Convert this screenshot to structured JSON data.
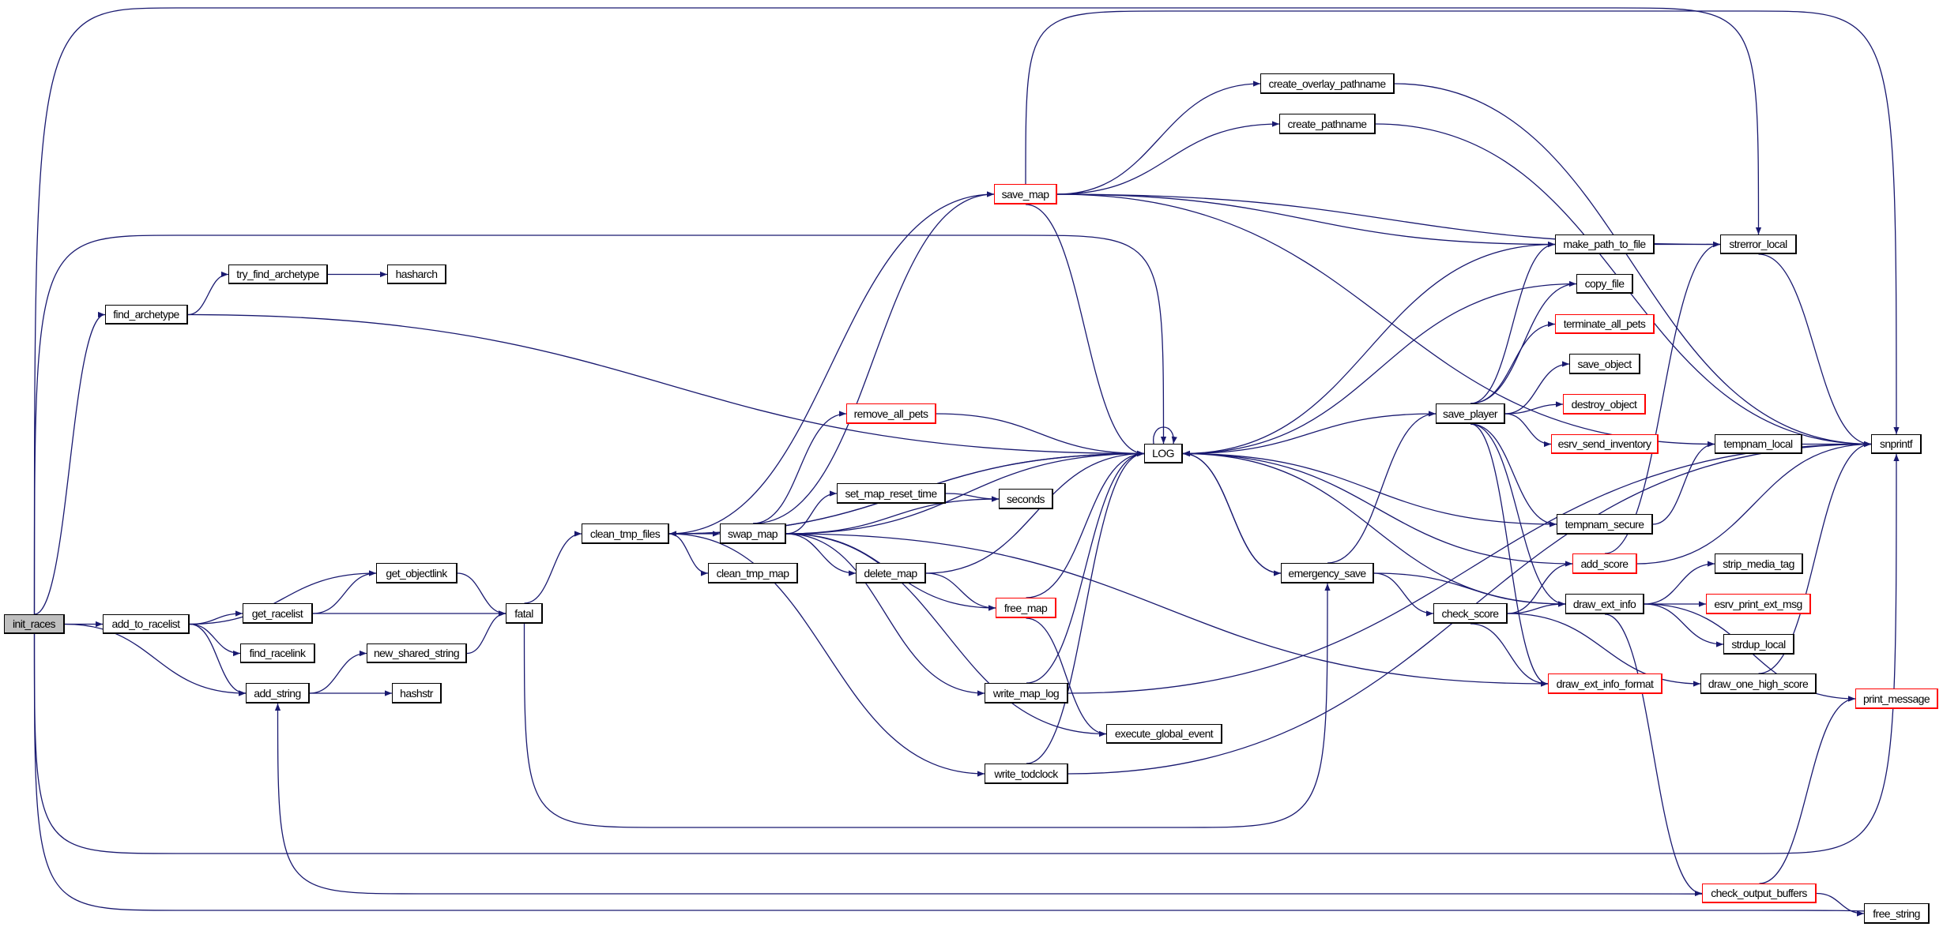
{
  "title": "init_races call graph",
  "colors": {
    "edge": "#191970",
    "node_border": "#000000",
    "highlight_border": "#ff0000",
    "root_fill": "#bfbfbf"
  },
  "nodes": [
    {
      "id": "init_races",
      "label": "init_races",
      "style": "root"
    },
    {
      "id": "add_to_racelist",
      "label": "add_to_racelist"
    },
    {
      "id": "get_racelist",
      "label": "get_racelist"
    },
    {
      "id": "find_racelink",
      "label": "find_racelink"
    },
    {
      "id": "get_objectlink",
      "label": "get_objectlink"
    },
    {
      "id": "new_shared_string",
      "label": "new_shared_string"
    },
    {
      "id": "add_string",
      "label": "add_string"
    },
    {
      "id": "hashstr",
      "label": "hashstr"
    },
    {
      "id": "fatal",
      "label": "fatal"
    },
    {
      "id": "find_archetype",
      "label": "find_archetype"
    },
    {
      "id": "try_find_archetype",
      "label": "try_find_archetype"
    },
    {
      "id": "hasharch",
      "label": "hasharch"
    },
    {
      "id": "clean_tmp_files",
      "label": "clean_tmp_files"
    },
    {
      "id": "swap_map",
      "label": "swap_map"
    },
    {
      "id": "clean_tmp_map",
      "label": "clean_tmp_map"
    },
    {
      "id": "set_map_reset_time",
      "label": "set_map_reset_time"
    },
    {
      "id": "delete_map",
      "label": "delete_map"
    },
    {
      "id": "remove_all_pets",
      "label": "remove_all_pets",
      "style": "red"
    },
    {
      "id": "save_map",
      "label": "save_map",
      "style": "red"
    },
    {
      "id": "create_overlay_pathname",
      "label": "create_overlay_pathname"
    },
    {
      "id": "create_pathname",
      "label": "create_pathname"
    },
    {
      "id": "make_path_to_file",
      "label": "make_path_to_file"
    },
    {
      "id": "strerror_local",
      "label": "strerror_local"
    },
    {
      "id": "copy_file",
      "label": "copy_file"
    },
    {
      "id": "terminate_all_pets",
      "label": "terminate_all_pets",
      "style": "red"
    },
    {
      "id": "save_object",
      "label": "save_object"
    },
    {
      "id": "destroy_object",
      "label": "destroy_object",
      "style": "red"
    },
    {
      "id": "esrv_send_inventory",
      "label": "esrv_send_inventory",
      "style": "red"
    },
    {
      "id": "save_player",
      "label": "save_player"
    },
    {
      "id": "LOG",
      "label": "LOG"
    },
    {
      "id": "tempnam_local",
      "label": "tempnam_local"
    },
    {
      "id": "snprintf",
      "label": "snprintf"
    },
    {
      "id": "seconds",
      "label": "seconds"
    },
    {
      "id": "tempnam_secure",
      "label": "tempnam_secure"
    },
    {
      "id": "add_score",
      "label": "add_score",
      "style": "red"
    },
    {
      "id": "strip_media_tag",
      "label": "strip_media_tag"
    },
    {
      "id": "emergency_save",
      "label": "emergency_save"
    },
    {
      "id": "free_map",
      "label": "free_map",
      "style": "red"
    },
    {
      "id": "draw_ext_info",
      "label": "draw_ext_info"
    },
    {
      "id": "esrv_print_ext_msg",
      "label": "esrv_print_ext_msg",
      "style": "red"
    },
    {
      "id": "check_score",
      "label": "check_score"
    },
    {
      "id": "strdup_local",
      "label": "strdup_local"
    },
    {
      "id": "draw_ext_info_format",
      "label": "draw_ext_info_format",
      "style": "red"
    },
    {
      "id": "draw_one_high_score",
      "label": "draw_one_high_score"
    },
    {
      "id": "print_message",
      "label": "print_message",
      "style": "red"
    },
    {
      "id": "write_map_log",
      "label": "write_map_log"
    },
    {
      "id": "execute_global_event",
      "label": "execute_global_event"
    },
    {
      "id": "write_todclock",
      "label": "write_todclock"
    },
    {
      "id": "check_output_buffers",
      "label": "check_output_buffers",
      "style": "red"
    },
    {
      "id": "free_string",
      "label": "free_string"
    }
  ],
  "edges": [
    [
      "init_races",
      "find_archetype"
    ],
    [
      "init_races",
      "add_to_racelist"
    ],
    [
      "init_races",
      "add_string"
    ],
    [
      "init_races",
      "LOG"
    ],
    [
      "init_races",
      "strerror_local"
    ],
    [
      "init_races",
      "snprintf"
    ],
    [
      "init_races",
      "free_string"
    ],
    [
      "add_to_racelist",
      "get_objectlink"
    ],
    [
      "add_to_racelist",
      "get_racelist"
    ],
    [
      "add_to_racelist",
      "find_racelink"
    ],
    [
      "add_to_racelist",
      "add_string"
    ],
    [
      "get_racelist",
      "get_objectlink"
    ],
    [
      "get_racelist",
      "fatal"
    ],
    [
      "get_objectlink",
      "fatal"
    ],
    [
      "new_shared_string",
      "fatal"
    ],
    [
      "add_string",
      "new_shared_string"
    ],
    [
      "add_string",
      "hashstr"
    ],
    [
      "find_archetype",
      "try_find_archetype"
    ],
    [
      "find_archetype",
      "LOG"
    ],
    [
      "try_find_archetype",
      "hasharch"
    ],
    [
      "fatal",
      "clean_tmp_files"
    ],
    [
      "fatal",
      "emergency_save"
    ],
    [
      "clean_tmp_files",
      "swap_map"
    ],
    [
      "clean_tmp_files",
      "clean_tmp_map"
    ],
    [
      "clean_tmp_files",
      "save_map"
    ],
    [
      "clean_tmp_files",
      "LOG"
    ],
    [
      "clean_tmp_files",
      "write_todclock"
    ],
    [
      "LOG",
      "clean_tmp_files"
    ],
    [
      "LOG",
      "LOG"
    ],
    [
      "LOG",
      "emergency_save"
    ],
    [
      "swap_map",
      "save_map"
    ],
    [
      "swap_map",
      "remove_all_pets"
    ],
    [
      "swap_map",
      "LOG"
    ],
    [
      "swap_map",
      "set_map_reset_time"
    ],
    [
      "swap_map",
      "seconds"
    ],
    [
      "swap_map",
      "delete_map"
    ],
    [
      "swap_map",
      "free_map"
    ],
    [
      "swap_map",
      "draw_ext_info_format"
    ],
    [
      "swap_map",
      "write_map_log"
    ],
    [
      "swap_map",
      "execute_global_event"
    ],
    [
      "set_map_reset_time",
      "seconds"
    ],
    [
      "remove_all_pets",
      "LOG"
    ],
    [
      "delete_map",
      "LOG"
    ],
    [
      "delete_map",
      "free_map"
    ],
    [
      "free_map",
      "LOG"
    ],
    [
      "free_map",
      "execute_global_event"
    ],
    [
      "write_map_log",
      "LOG"
    ],
    [
      "write_map_log",
      "snprintf"
    ],
    [
      "write_todclock",
      "LOG"
    ],
    [
      "write_todclock",
      "snprintf"
    ],
    [
      "save_map",
      "create_overlay_pathname"
    ],
    [
      "save_map",
      "create_pathname"
    ],
    [
      "save_map",
      "make_path_to_file"
    ],
    [
      "save_map",
      "strerror_local"
    ],
    [
      "save_map",
      "tempnam_local"
    ],
    [
      "save_map",
      "LOG"
    ],
    [
      "save_map",
      "snprintf"
    ],
    [
      "create_overlay_pathname",
      "snprintf"
    ],
    [
      "create_pathname",
      "snprintf"
    ],
    [
      "make_path_to_file",
      "strerror_local"
    ],
    [
      "make_path_to_file",
      "LOG"
    ],
    [
      "strerror_local",
      "snprintf"
    ],
    [
      "save_player",
      "make_path_to_file"
    ],
    [
      "save_player",
      "copy_file"
    ],
    [
      "save_player",
      "terminate_all_pets"
    ],
    [
      "save_player",
      "save_object"
    ],
    [
      "save_player",
      "destroy_object"
    ],
    [
      "save_player",
      "esrv_send_inventory"
    ],
    [
      "save_player",
      "LOG"
    ],
    [
      "save_player",
      "tempnam_secure"
    ],
    [
      "save_player",
      "draw_ext_info"
    ],
    [
      "save_player",
      "draw_ext_info_format"
    ],
    [
      "copy_file",
      "LOG"
    ],
    [
      "tempnam_secure",
      "tempnam_local"
    ],
    [
      "tempnam_secure",
      "LOG"
    ],
    [
      "tempnam_local",
      "snprintf"
    ],
    [
      "emergency_save",
      "save_player"
    ],
    [
      "emergency_save",
      "LOG"
    ],
    [
      "emergency_save",
      "check_score"
    ],
    [
      "emergency_save",
      "draw_ext_info"
    ],
    [
      "check_score",
      "add_score"
    ],
    [
      "check_score",
      "draw_ext_info"
    ],
    [
      "check_score",
      "draw_ext_info_format"
    ],
    [
      "check_score",
      "draw_one_high_score"
    ],
    [
      "add_score",
      "strerror_local"
    ],
    [
      "add_score",
      "snprintf"
    ],
    [
      "add_score",
      "LOG"
    ],
    [
      "draw_ext_info",
      "strip_media_tag"
    ],
    [
      "draw_ext_info",
      "esrv_print_ext_msg"
    ],
    [
      "draw_ext_info",
      "strdup_local"
    ],
    [
      "draw_ext_info",
      "LOG"
    ],
    [
      "draw_ext_info",
      "print_message"
    ],
    [
      "draw_ext_info",
      "check_output_buffers"
    ],
    [
      "draw_one_high_score",
      "snprintf"
    ],
    [
      "check_output_buffers",
      "print_message"
    ],
    [
      "check_output_buffers",
      "free_string"
    ],
    [
      "check_output_buffers",
      "add_string"
    ]
  ]
}
